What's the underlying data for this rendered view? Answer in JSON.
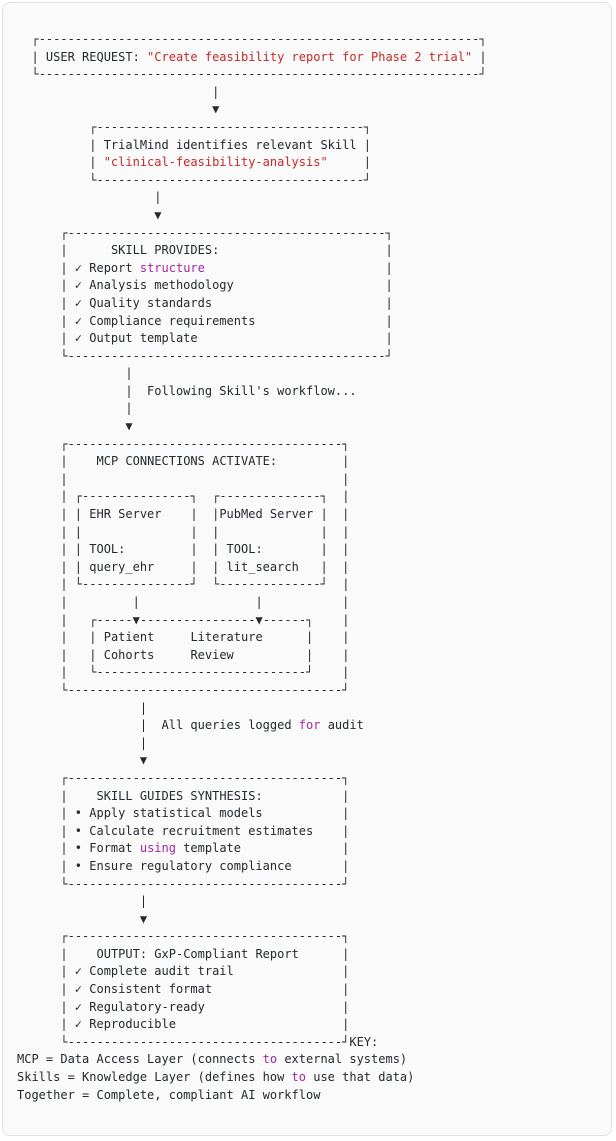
{
  "colors": {
    "page_bg": "#ffffff",
    "card_bg": "#fafafa",
    "card_border": "#e0e0e0",
    "plain": "#24292e",
    "string": "#c62828",
    "keyword": "#a626a4"
  },
  "diagram": {
    "lines": [
      [
        [
          "sp",
          2
        ],
        [
          "t",
          "┌"
        ],
        [
          "h",
          61
        ],
        [
          "t",
          "┐"
        ]
      ],
      [
        [
          "sp",
          2
        ],
        [
          "t",
          "| USER REQUEST: "
        ],
        [
          "s",
          "\"Create feasibility report for Phase 2 trial\""
        ],
        [
          "t",
          " |"
        ]
      ],
      [
        [
          "sp",
          2
        ],
        [
          "t",
          "└"
        ],
        [
          "h",
          61
        ],
        [
          "t",
          "┘"
        ]
      ],
      [
        [
          "sp",
          27
        ],
        [
          "t",
          "|"
        ]
      ],
      [
        [
          "sp",
          27
        ],
        [
          "t",
          "▼"
        ]
      ],
      [
        [
          "sp",
          10
        ],
        [
          "t",
          "┌"
        ],
        [
          "h",
          37
        ],
        [
          "t",
          "┐"
        ]
      ],
      [
        [
          "sp",
          10
        ],
        [
          "t",
          "| TrialMind identifies relevant Skill |"
        ]
      ],
      [
        [
          "sp",
          10
        ],
        [
          "t",
          "| "
        ],
        [
          "s",
          "\"clinical-feasibility-analysis\""
        ],
        [
          "sp",
          5
        ],
        [
          "t",
          "|"
        ]
      ],
      [
        [
          "sp",
          10
        ],
        [
          "t",
          "└"
        ],
        [
          "h",
          37
        ],
        [
          "t",
          "┘"
        ]
      ],
      [
        [
          "sp",
          19
        ],
        [
          "t",
          "|"
        ]
      ],
      [
        [
          "sp",
          19
        ],
        [
          "t",
          "▼"
        ]
      ],
      [
        [
          "sp",
          6
        ],
        [
          "t",
          "┌"
        ],
        [
          "h",
          44
        ],
        [
          "t",
          "┐"
        ]
      ],
      [
        [
          "sp",
          6
        ],
        [
          "t",
          "|"
        ],
        [
          "sp",
          6
        ],
        [
          "t",
          "SKILL PROVIDES:"
        ],
        [
          "sp",
          23
        ],
        [
          "t",
          "|"
        ]
      ],
      [
        [
          "sp",
          6
        ],
        [
          "t",
          "| ✓ Report "
        ],
        [
          "k",
          "structure"
        ],
        [
          "sp",
          25
        ],
        [
          "t",
          "|"
        ]
      ],
      [
        [
          "sp",
          6
        ],
        [
          "t",
          "| ✓ Analysis methodology"
        ],
        [
          "sp",
          21
        ],
        [
          "t",
          "|"
        ]
      ],
      [
        [
          "sp",
          6
        ],
        [
          "t",
          "| ✓ Quality standards"
        ],
        [
          "sp",
          24
        ],
        [
          "t",
          "|"
        ]
      ],
      [
        [
          "sp",
          6
        ],
        [
          "t",
          "| ✓ Compliance requirements"
        ],
        [
          "sp",
          18
        ],
        [
          "t",
          "|"
        ]
      ],
      [
        [
          "sp",
          6
        ],
        [
          "t",
          "| ✓ Output template"
        ],
        [
          "sp",
          26
        ],
        [
          "t",
          "|"
        ]
      ],
      [
        [
          "sp",
          6
        ],
        [
          "t",
          "└"
        ],
        [
          "h",
          44
        ],
        [
          "t",
          "┘"
        ]
      ],
      [
        [
          "sp",
          15
        ],
        [
          "t",
          "|"
        ]
      ],
      [
        [
          "sp",
          15
        ],
        [
          "t",
          "|  Following Skill's workflow..."
        ]
      ],
      [
        [
          "sp",
          15
        ],
        [
          "t",
          "|"
        ]
      ],
      [
        [
          "sp",
          15
        ],
        [
          "t",
          "▼"
        ]
      ],
      [
        [
          "sp",
          6
        ],
        [
          "t",
          "┌"
        ],
        [
          "h",
          38
        ],
        [
          "t",
          "┐"
        ]
      ],
      [
        [
          "sp",
          6
        ],
        [
          "t",
          "|"
        ],
        [
          "sp",
          4
        ],
        [
          "t",
          "MCP CONNECTIONS ACTIVATE:"
        ],
        [
          "sp",
          9
        ],
        [
          "t",
          "|"
        ]
      ],
      [
        [
          "sp",
          6
        ],
        [
          "t",
          "|"
        ],
        [
          "sp",
          38
        ],
        [
          "t",
          "|"
        ]
      ],
      [
        [
          "sp",
          6
        ],
        [
          "t",
          "| ┌"
        ],
        [
          "h",
          15
        ],
        [
          "t",
          "┐"
        ],
        [
          "sp",
          2
        ],
        [
          "t",
          "┌"
        ],
        [
          "h",
          14
        ],
        [
          "t",
          "┐"
        ],
        [
          "sp",
          2
        ],
        [
          "t",
          "|"
        ]
      ],
      [
        [
          "sp",
          6
        ],
        [
          "t",
          "| | EHR Server"
        ],
        [
          "sp",
          4
        ],
        [
          "t",
          "|"
        ],
        [
          "sp",
          2
        ],
        [
          "t",
          "|PubMed Server |"
        ],
        [
          "sp",
          2
        ],
        [
          "t",
          "|"
        ]
      ],
      [
        [
          "sp",
          6
        ],
        [
          "t",
          "| |"
        ],
        [
          "sp",
          15
        ],
        [
          "t",
          "|"
        ],
        [
          "sp",
          2
        ],
        [
          "t",
          "|"
        ],
        [
          "sp",
          14
        ],
        [
          "t",
          "|"
        ],
        [
          "sp",
          2
        ],
        [
          "t",
          "|"
        ]
      ],
      [
        [
          "sp",
          6
        ],
        [
          "t",
          "| | TOOL:"
        ],
        [
          "sp",
          9
        ],
        [
          "t",
          "|"
        ],
        [
          "sp",
          2
        ],
        [
          "t",
          "| TOOL:"
        ],
        [
          "sp",
          8
        ],
        [
          "t",
          "|"
        ],
        [
          "sp",
          2
        ],
        [
          "t",
          "|"
        ]
      ],
      [
        [
          "sp",
          6
        ],
        [
          "t",
          "| | query_ehr"
        ],
        [
          "sp",
          5
        ],
        [
          "t",
          "|"
        ],
        [
          "sp",
          2
        ],
        [
          "t",
          "| lit_search"
        ],
        [
          "sp",
          3
        ],
        [
          "t",
          "|"
        ],
        [
          "sp",
          2
        ],
        [
          "t",
          "|"
        ]
      ],
      [
        [
          "sp",
          6
        ],
        [
          "t",
          "| └"
        ],
        [
          "h",
          15
        ],
        [
          "t",
          "┘"
        ],
        [
          "sp",
          2
        ],
        [
          "t",
          "└"
        ],
        [
          "h",
          14
        ],
        [
          "t",
          "┘"
        ],
        [
          "sp",
          2
        ],
        [
          "t",
          "|"
        ]
      ],
      [
        [
          "sp",
          6
        ],
        [
          "t",
          "|"
        ],
        [
          "sp",
          9
        ],
        [
          "t",
          "|"
        ],
        [
          "sp",
          16
        ],
        [
          "t",
          "|"
        ],
        [
          "sp",
          11
        ],
        [
          "t",
          "|"
        ]
      ],
      [
        [
          "sp",
          6
        ],
        [
          "t",
          "|"
        ],
        [
          "sp",
          3
        ],
        [
          "t",
          "┌"
        ],
        [
          "h",
          5
        ],
        [
          "t",
          "▼"
        ],
        [
          "h",
          16
        ],
        [
          "t",
          "▼"
        ],
        [
          "h",
          6
        ],
        [
          "t",
          "┐"
        ],
        [
          "sp",
          4
        ],
        [
          "t",
          "|"
        ]
      ],
      [
        [
          "sp",
          6
        ],
        [
          "t",
          "|"
        ],
        [
          "sp",
          3
        ],
        [
          "t",
          "| Patient"
        ],
        [
          "sp",
          5
        ],
        [
          "t",
          "Literature"
        ],
        [
          "sp",
          6
        ],
        [
          "t",
          "|"
        ],
        [
          "sp",
          4
        ],
        [
          "t",
          "|"
        ]
      ],
      [
        [
          "sp",
          6
        ],
        [
          "t",
          "|"
        ],
        [
          "sp",
          3
        ],
        [
          "t",
          "| Cohorts"
        ],
        [
          "sp",
          5
        ],
        [
          "t",
          "Review"
        ],
        [
          "sp",
          10
        ],
        [
          "t",
          "|"
        ],
        [
          "sp",
          4
        ],
        [
          "t",
          "|"
        ]
      ],
      [
        [
          "sp",
          6
        ],
        [
          "t",
          "|"
        ],
        [
          "sp",
          3
        ],
        [
          "t",
          "└"
        ],
        [
          "h",
          29
        ],
        [
          "t",
          "┘"
        ],
        [
          "sp",
          4
        ],
        [
          "t",
          "|"
        ]
      ],
      [
        [
          "sp",
          6
        ],
        [
          "t",
          "└"
        ],
        [
          "h",
          38
        ],
        [
          "t",
          "┘"
        ]
      ],
      [
        [
          "sp",
          17
        ],
        [
          "t",
          "|"
        ]
      ],
      [
        [
          "sp",
          17
        ],
        [
          "t",
          "|  All queries logged "
        ],
        [
          "k",
          "for"
        ],
        [
          "t",
          " audit"
        ]
      ],
      [
        [
          "sp",
          17
        ],
        [
          "t",
          "|"
        ]
      ],
      [
        [
          "sp",
          17
        ],
        [
          "t",
          "▼"
        ]
      ],
      [
        [
          "sp",
          6
        ],
        [
          "t",
          "┌"
        ],
        [
          "h",
          38
        ],
        [
          "t",
          "┐"
        ]
      ],
      [
        [
          "sp",
          6
        ],
        [
          "t",
          "|"
        ],
        [
          "sp",
          4
        ],
        [
          "t",
          "SKILL GUIDES SYNTHESIS:"
        ],
        [
          "sp",
          11
        ],
        [
          "t",
          "|"
        ]
      ],
      [
        [
          "sp",
          6
        ],
        [
          "t",
          "| • Apply statistical models"
        ],
        [
          "sp",
          11
        ],
        [
          "t",
          "|"
        ]
      ],
      [
        [
          "sp",
          6
        ],
        [
          "t",
          "| • Calculate recruitment estimates"
        ],
        [
          "sp",
          4
        ],
        [
          "t",
          "|"
        ]
      ],
      [
        [
          "sp",
          6
        ],
        [
          "t",
          "| • Format "
        ],
        [
          "k",
          "using"
        ],
        [
          "t",
          " template"
        ],
        [
          "sp",
          14
        ],
        [
          "t",
          "|"
        ]
      ],
      [
        [
          "sp",
          6
        ],
        [
          "t",
          "| • Ensure regulatory compliance"
        ],
        [
          "sp",
          7
        ],
        [
          "t",
          "|"
        ]
      ],
      [
        [
          "sp",
          6
        ],
        [
          "t",
          "└"
        ],
        [
          "h",
          38
        ],
        [
          "t",
          "┘"
        ]
      ],
      [
        [
          "sp",
          17
        ],
        [
          "t",
          "|"
        ]
      ],
      [
        [
          "sp",
          17
        ],
        [
          "t",
          "▼"
        ]
      ],
      [
        [
          "sp",
          6
        ],
        [
          "t",
          "┌"
        ],
        [
          "h",
          38
        ],
        [
          "t",
          "┐"
        ]
      ],
      [
        [
          "sp",
          6
        ],
        [
          "t",
          "|"
        ],
        [
          "sp",
          4
        ],
        [
          "t",
          "OUTPUT: GxP-Compliant Report"
        ],
        [
          "sp",
          6
        ],
        [
          "t",
          "|"
        ]
      ],
      [
        [
          "sp",
          6
        ],
        [
          "t",
          "| ✓ Complete audit trail"
        ],
        [
          "sp",
          15
        ],
        [
          "t",
          "|"
        ]
      ],
      [
        [
          "sp",
          6
        ],
        [
          "t",
          "| ✓ Consistent format"
        ],
        [
          "sp",
          18
        ],
        [
          "t",
          "|"
        ]
      ],
      [
        [
          "sp",
          6
        ],
        [
          "t",
          "| ✓ Regulatory-ready"
        ],
        [
          "sp",
          19
        ],
        [
          "t",
          "|"
        ]
      ],
      [
        [
          "sp",
          6
        ],
        [
          "t",
          "| ✓ Reproducible"
        ],
        [
          "sp",
          23
        ],
        [
          "t",
          "|"
        ]
      ],
      [
        [
          "sp",
          6
        ],
        [
          "t",
          "└"
        ],
        [
          "h",
          38
        ],
        [
          "t",
          "┘KEY:"
        ]
      ],
      [
        [
          "t",
          "MCP = Data Access Layer (connects "
        ],
        [
          "k",
          "to"
        ],
        [
          "t",
          " external systems)"
        ]
      ],
      [
        [
          "t",
          "Skills = Knowledge Layer (defines how "
        ],
        [
          "k",
          "to"
        ],
        [
          "t",
          " use that data)"
        ]
      ],
      [
        [
          "t",
          "Together = Complete, compliant AI workflow"
        ]
      ]
    ]
  }
}
